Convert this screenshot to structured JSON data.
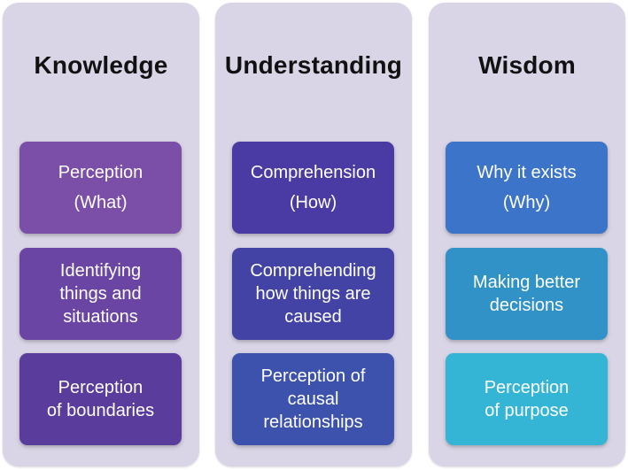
{
  "columns": [
    {
      "title": "Knowledge",
      "cards": [
        {
          "lines": [
            "Perception",
            "(What)"
          ],
          "color": "#7b4fa8"
        },
        {
          "lines": [
            "Identifying",
            "things and",
            "situations"
          ],
          "color": "#6a45a4"
        },
        {
          "lines": [
            "Perception",
            "of boundaries"
          ],
          "color": "#5a3c9c"
        }
      ]
    },
    {
      "title": "Understanding",
      "cards": [
        {
          "lines": [
            "Comprehension",
            "(How)"
          ],
          "color": "#4a3aa3"
        },
        {
          "lines": [
            "Comprehending",
            "how things are",
            "caused"
          ],
          "color": "#4343a6"
        },
        {
          "lines": [
            "Perception of",
            "causal",
            "relationships"
          ],
          "color": "#3d52ad"
        }
      ]
    },
    {
      "title": "Wisdom",
      "cards": [
        {
          "lines": [
            "Why it exists",
            "(Why)"
          ],
          "color": "#3b74c8"
        },
        {
          "lines": [
            "Making better",
            "decisions"
          ],
          "color": "#3192c8"
        },
        {
          "lines": [
            "Perception",
            "of purpose"
          ],
          "color": "#34b5d5"
        }
      ]
    }
  ]
}
